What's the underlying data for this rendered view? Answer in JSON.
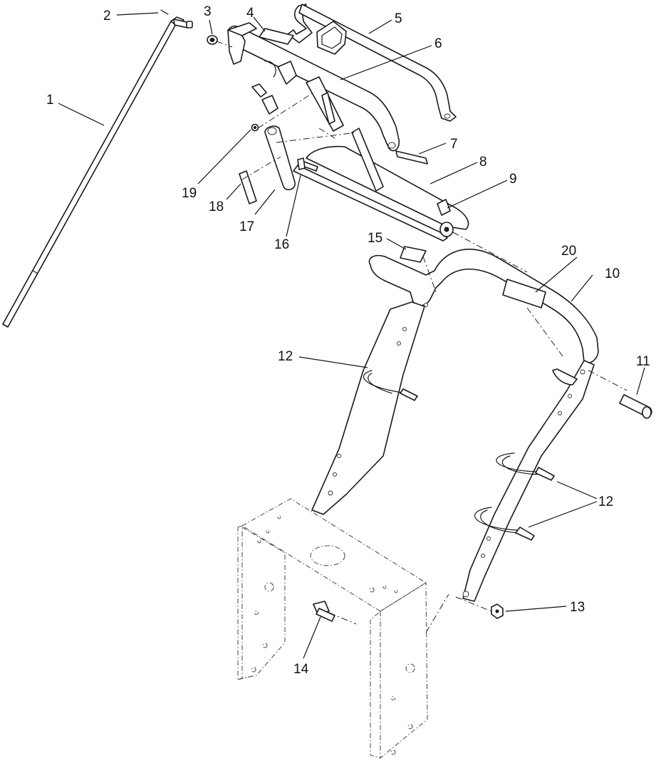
{
  "diagram": {
    "callouts": [
      {
        "id": "1",
        "label": "1"
      },
      {
        "id": "2",
        "label": "2"
      },
      {
        "id": "3",
        "label": "3"
      },
      {
        "id": "4",
        "label": "4"
      },
      {
        "id": "5",
        "label": "5"
      },
      {
        "id": "6",
        "label": "6"
      },
      {
        "id": "7",
        "label": "7"
      },
      {
        "id": "8",
        "label": "8"
      },
      {
        "id": "9",
        "label": "9"
      },
      {
        "id": "10",
        "label": "10"
      },
      {
        "id": "11",
        "label": "11"
      },
      {
        "id": "12a",
        "label": "12"
      },
      {
        "id": "12b",
        "label": "12"
      },
      {
        "id": "13",
        "label": "13"
      },
      {
        "id": "14",
        "label": "14"
      },
      {
        "id": "15",
        "label": "15"
      },
      {
        "id": "16",
        "label": "16"
      },
      {
        "id": "17",
        "label": "17"
      },
      {
        "id": "18",
        "label": "18"
      },
      {
        "id": "19",
        "label": "19"
      },
      {
        "id": "20",
        "label": "20"
      }
    ]
  }
}
